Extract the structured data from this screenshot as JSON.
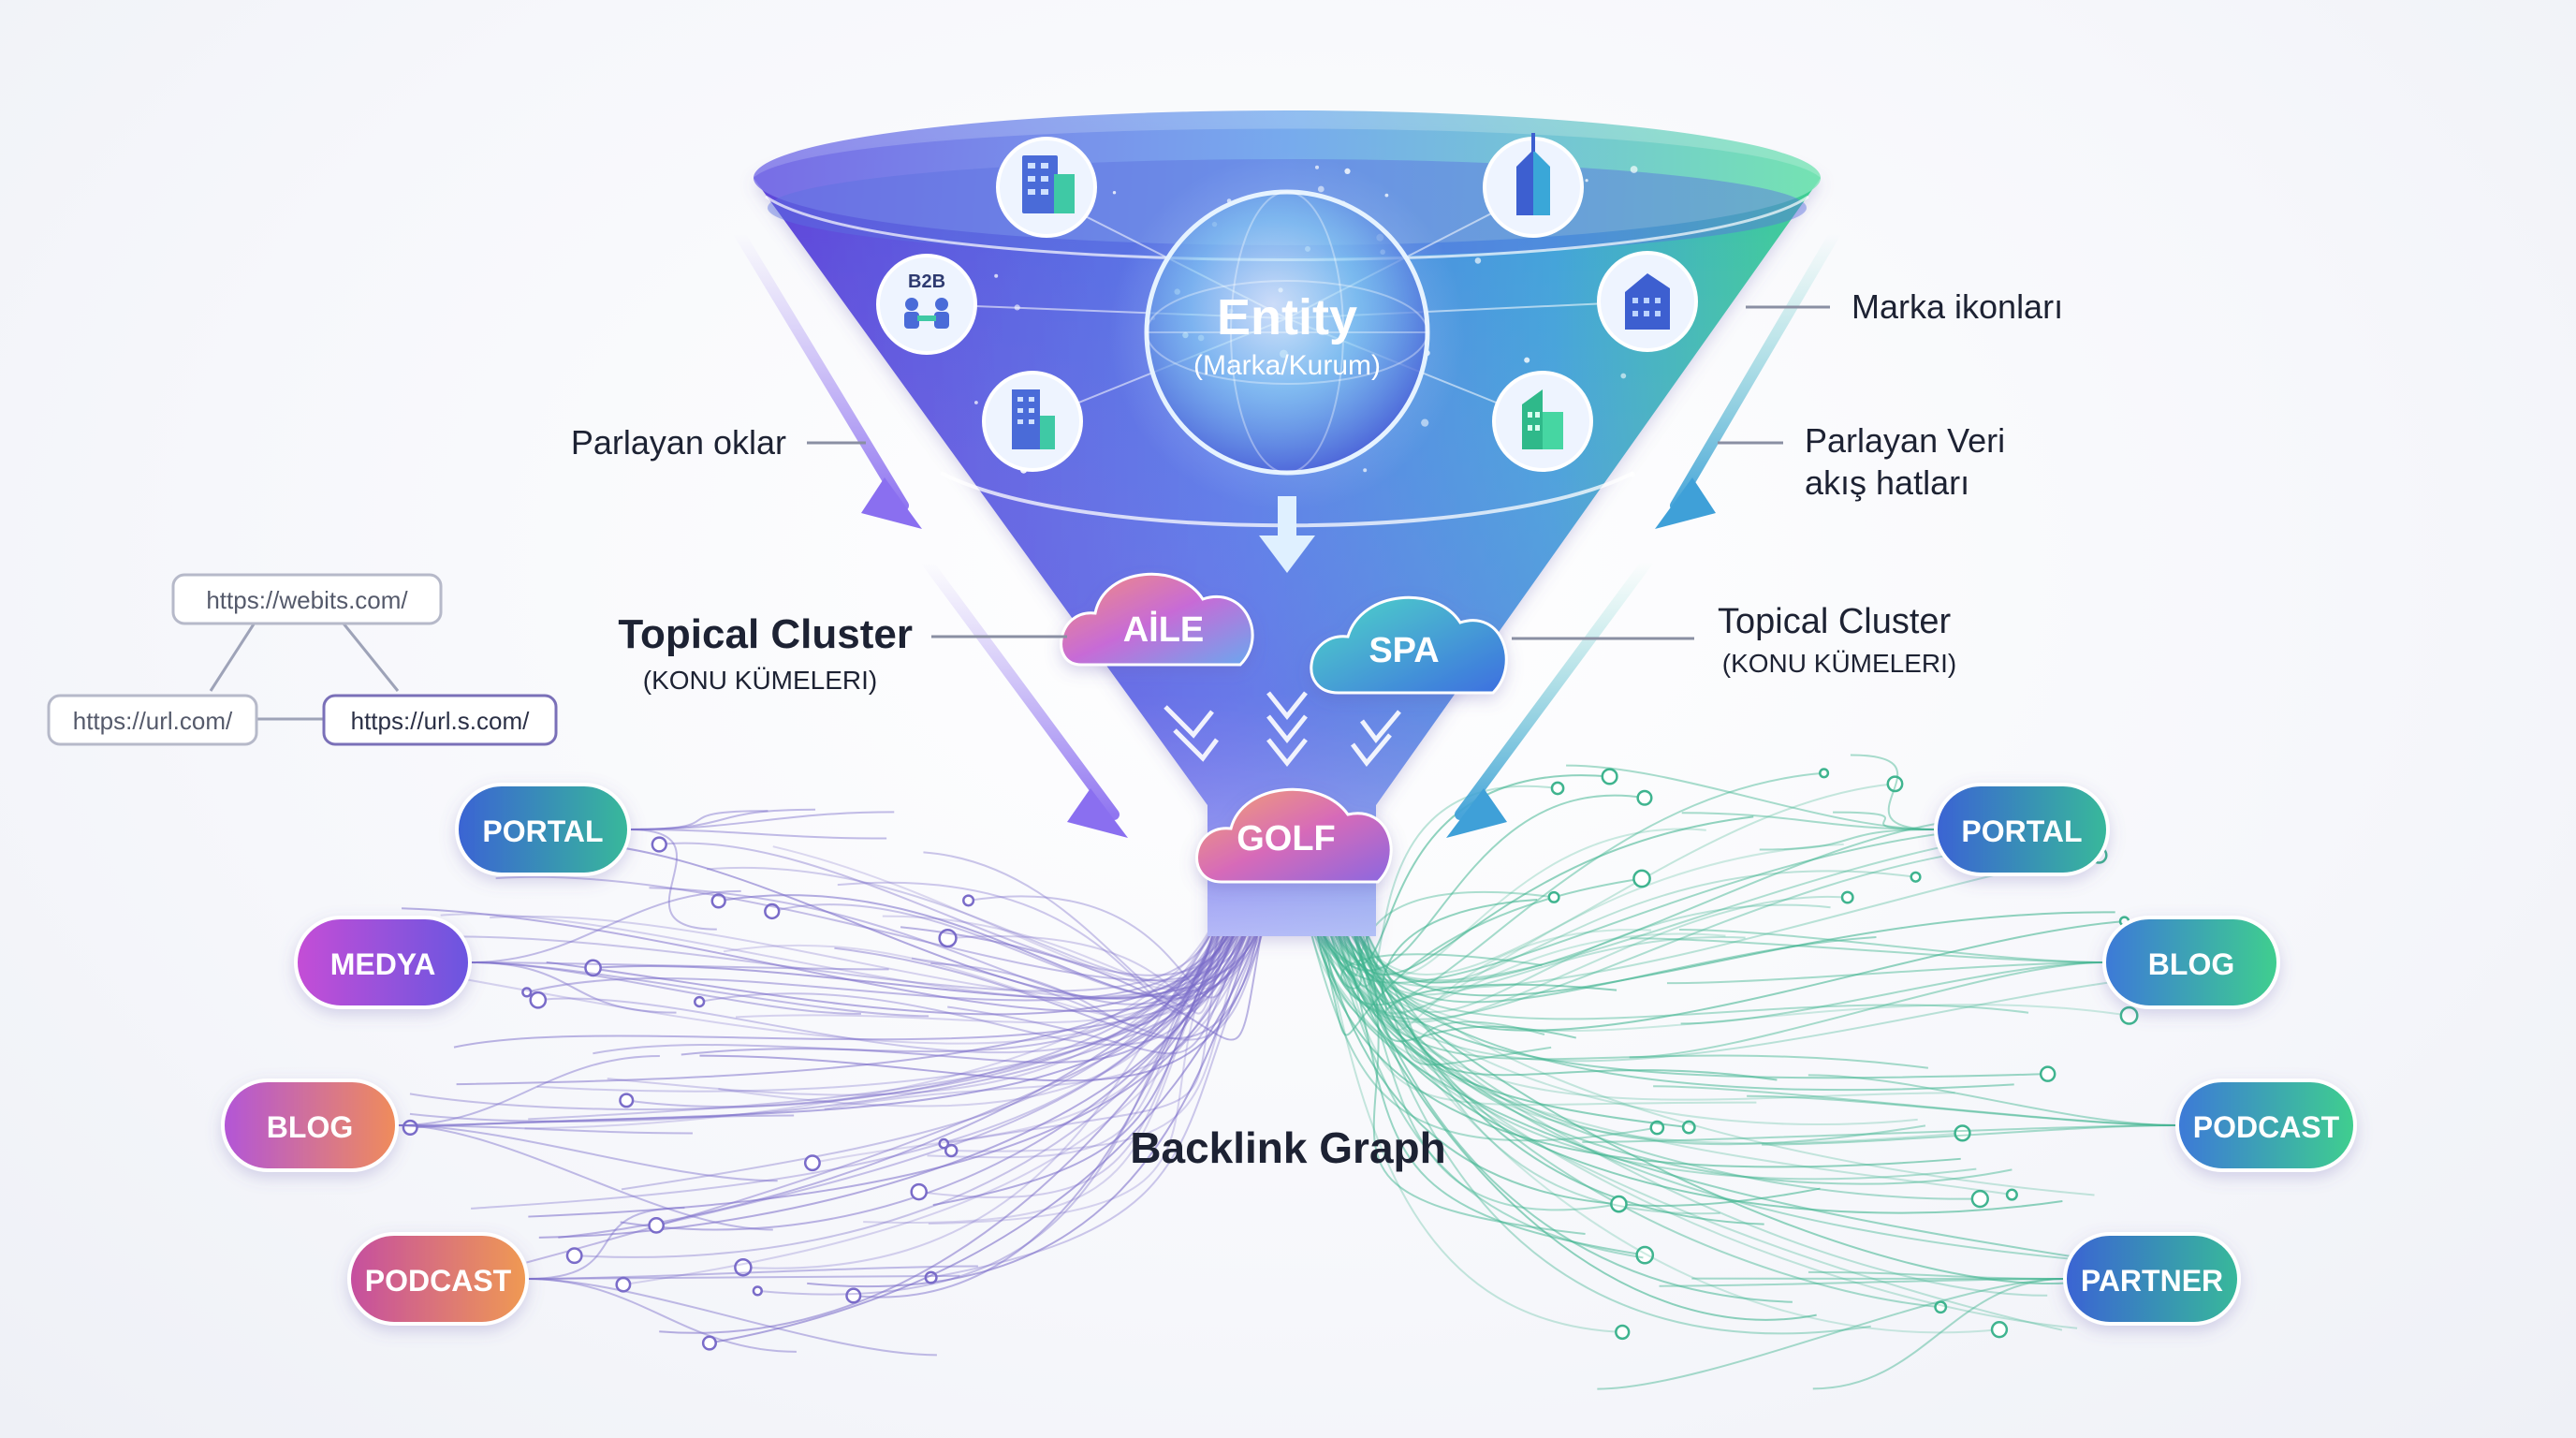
{
  "entity": {
    "title": "Entity",
    "subtitle": "(Marka/Kurum)"
  },
  "icons": [
    {
      "name": "office-building-icon"
    },
    {
      "name": "skyscraper-icon"
    },
    {
      "name": "b2b-meeting-icon",
      "label": "B2B"
    },
    {
      "name": "corporate-building-icon"
    },
    {
      "name": "tower-building-icon"
    },
    {
      "name": "green-building-icon"
    }
  ],
  "annotations": {
    "brand_icons": "Marka ikonları",
    "glowing_arrows": "Parlayan oklar",
    "data_flow_line1": "Parlayan Veri",
    "data_flow_line2": "akış hatları",
    "topical_left_title": "Topical Cluster",
    "topical_left_sub": "(KONU KÜMELERI)",
    "topical_right_title": "Topical Cluster",
    "topical_right_sub": "(KONU KÜMELERI)"
  },
  "clusters": [
    "AİLE",
    "SPA",
    "GOLF"
  ],
  "backlink_title": "Backlink Graph",
  "urls": [
    "https://webits.com/",
    "https://url.com/",
    "https://url.s.com/"
  ],
  "left_nodes": [
    "PORTAL",
    "MEDYA",
    "BLOG",
    "PODCAST"
  ],
  "right_nodes": [
    "PORTAL",
    "BLOG",
    "PODCAST",
    "PARTNER"
  ],
  "colors": {
    "funnel_purple": "#6a4fe0",
    "funnel_blue": "#3f8fe3",
    "funnel_green": "#3fcf9a",
    "line_purple": "#7a6cc9",
    "line_green": "#3fb48f",
    "text_dark": "#1d2233"
  }
}
